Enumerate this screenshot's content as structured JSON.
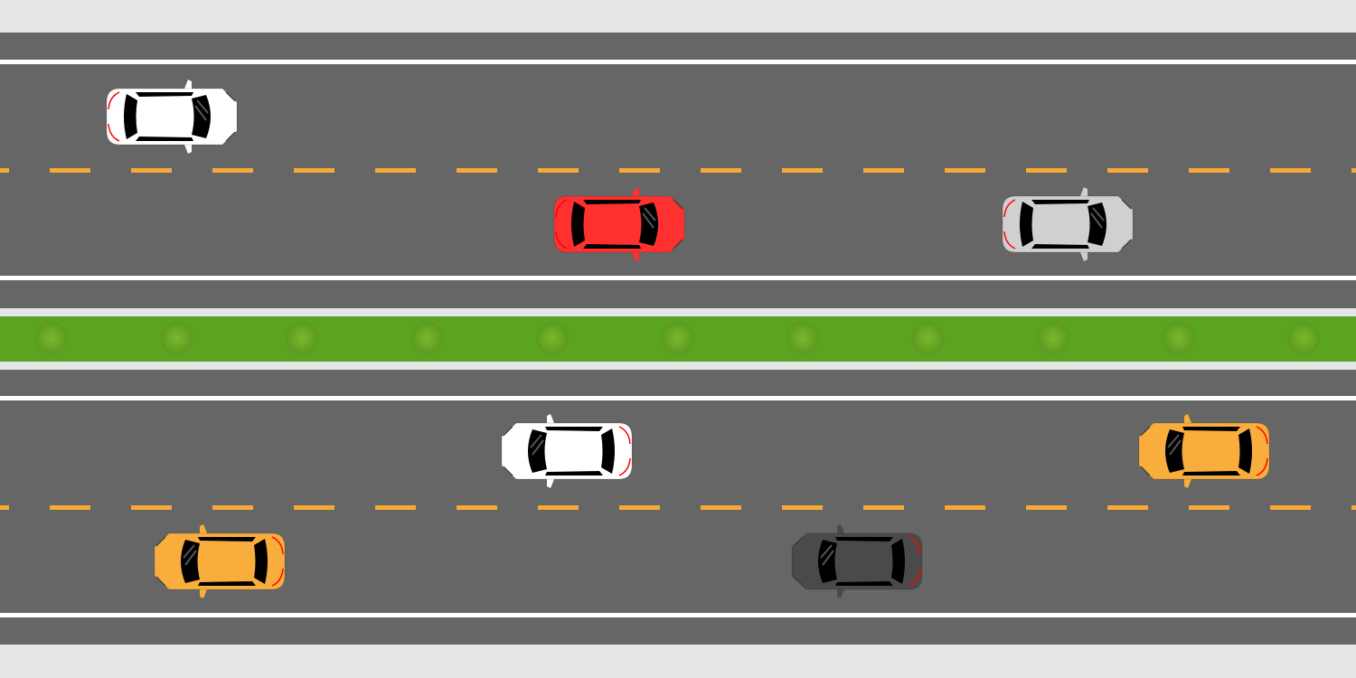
{
  "scene": {
    "colors": {
      "background": "#e5e5e5",
      "asphalt": "#666666",
      "lane_line": "#ffffff",
      "center_dash": "#f6a935",
      "median_grass": "#5ba321",
      "median_curb": "#e5e5e5",
      "tree": "#6aa52a",
      "window": "#000000",
      "tail_light": "#ff0000"
    },
    "roadways": [
      {
        "name": "upper-roadway",
        "direction": "right"
      },
      {
        "name": "lower-roadway",
        "direction": "left"
      }
    ],
    "cars": [
      {
        "name": "white-car",
        "body": "#ffffff",
        "roof": "#ffffff",
        "direction": "right"
      },
      {
        "name": "red-car",
        "body": "#ff3030",
        "roof": "#ff3030",
        "direction": "right"
      },
      {
        "name": "silver-car",
        "body": "#d0d0d0",
        "roof": "#d0d0d0",
        "direction": "right"
      },
      {
        "name": "white-car",
        "body": "#ffffff",
        "roof": "#ffffff",
        "direction": "left"
      },
      {
        "name": "orange-car",
        "body": "#f8ad3c",
        "roof": "#f8ad3c",
        "direction": "left"
      },
      {
        "name": "orange-car",
        "body": "#f8ad3c",
        "roof": "#f8ad3c",
        "direction": "left"
      },
      {
        "name": "dark-gray-car",
        "body": "#4a4a4a",
        "roof": "#4a4a4a",
        "direction": "left"
      }
    ]
  }
}
